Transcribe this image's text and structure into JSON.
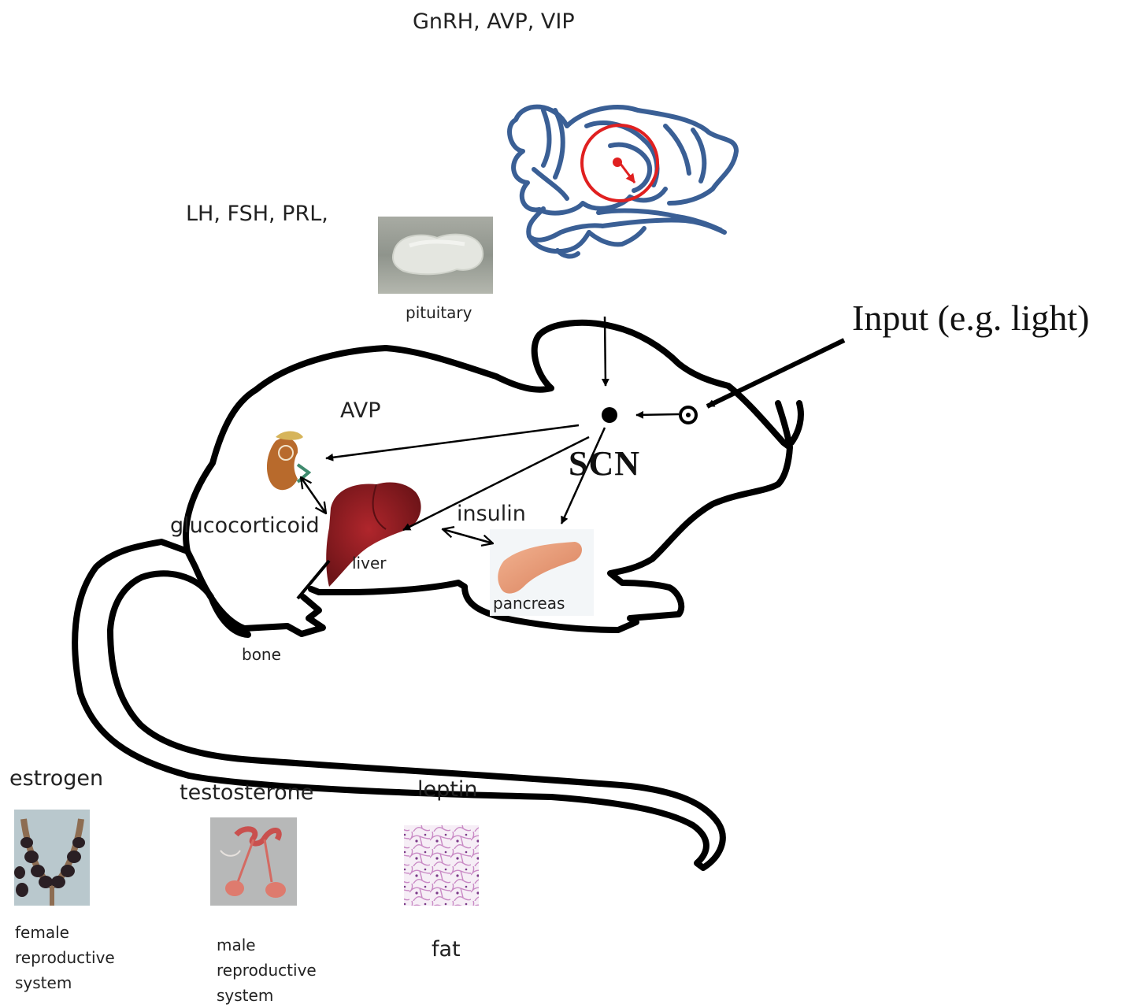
{
  "labels": {
    "top_hypothalamic": "GnRH, AVP, VIP",
    "pituitary_hormones": "LH, FSH, PRL,",
    "pituitary": "pituitary",
    "input": "Input (e.g. light)",
    "avp": "AVP",
    "scn": "SCN",
    "glucocorticoid": "glucocorticoid",
    "insulin": "insulin",
    "liver": "liver",
    "pancreas": "pancreas",
    "bone": "bone",
    "estrogen": "estrogen",
    "testosterone": "testosterone",
    "leptin": "leptin",
    "female_lines": [
      "female",
      "reproductive",
      "system"
    ],
    "male_lines": [
      "male",
      "reproductive",
      "system"
    ],
    "fat": "fat"
  },
  "colors": {
    "outline": "#000000",
    "brain": "#3a5f95",
    "scn_marker": "#e02020",
    "liver": "#8e1b1f",
    "pancreas": "#e39a76",
    "kidney": "#b86a2c"
  }
}
